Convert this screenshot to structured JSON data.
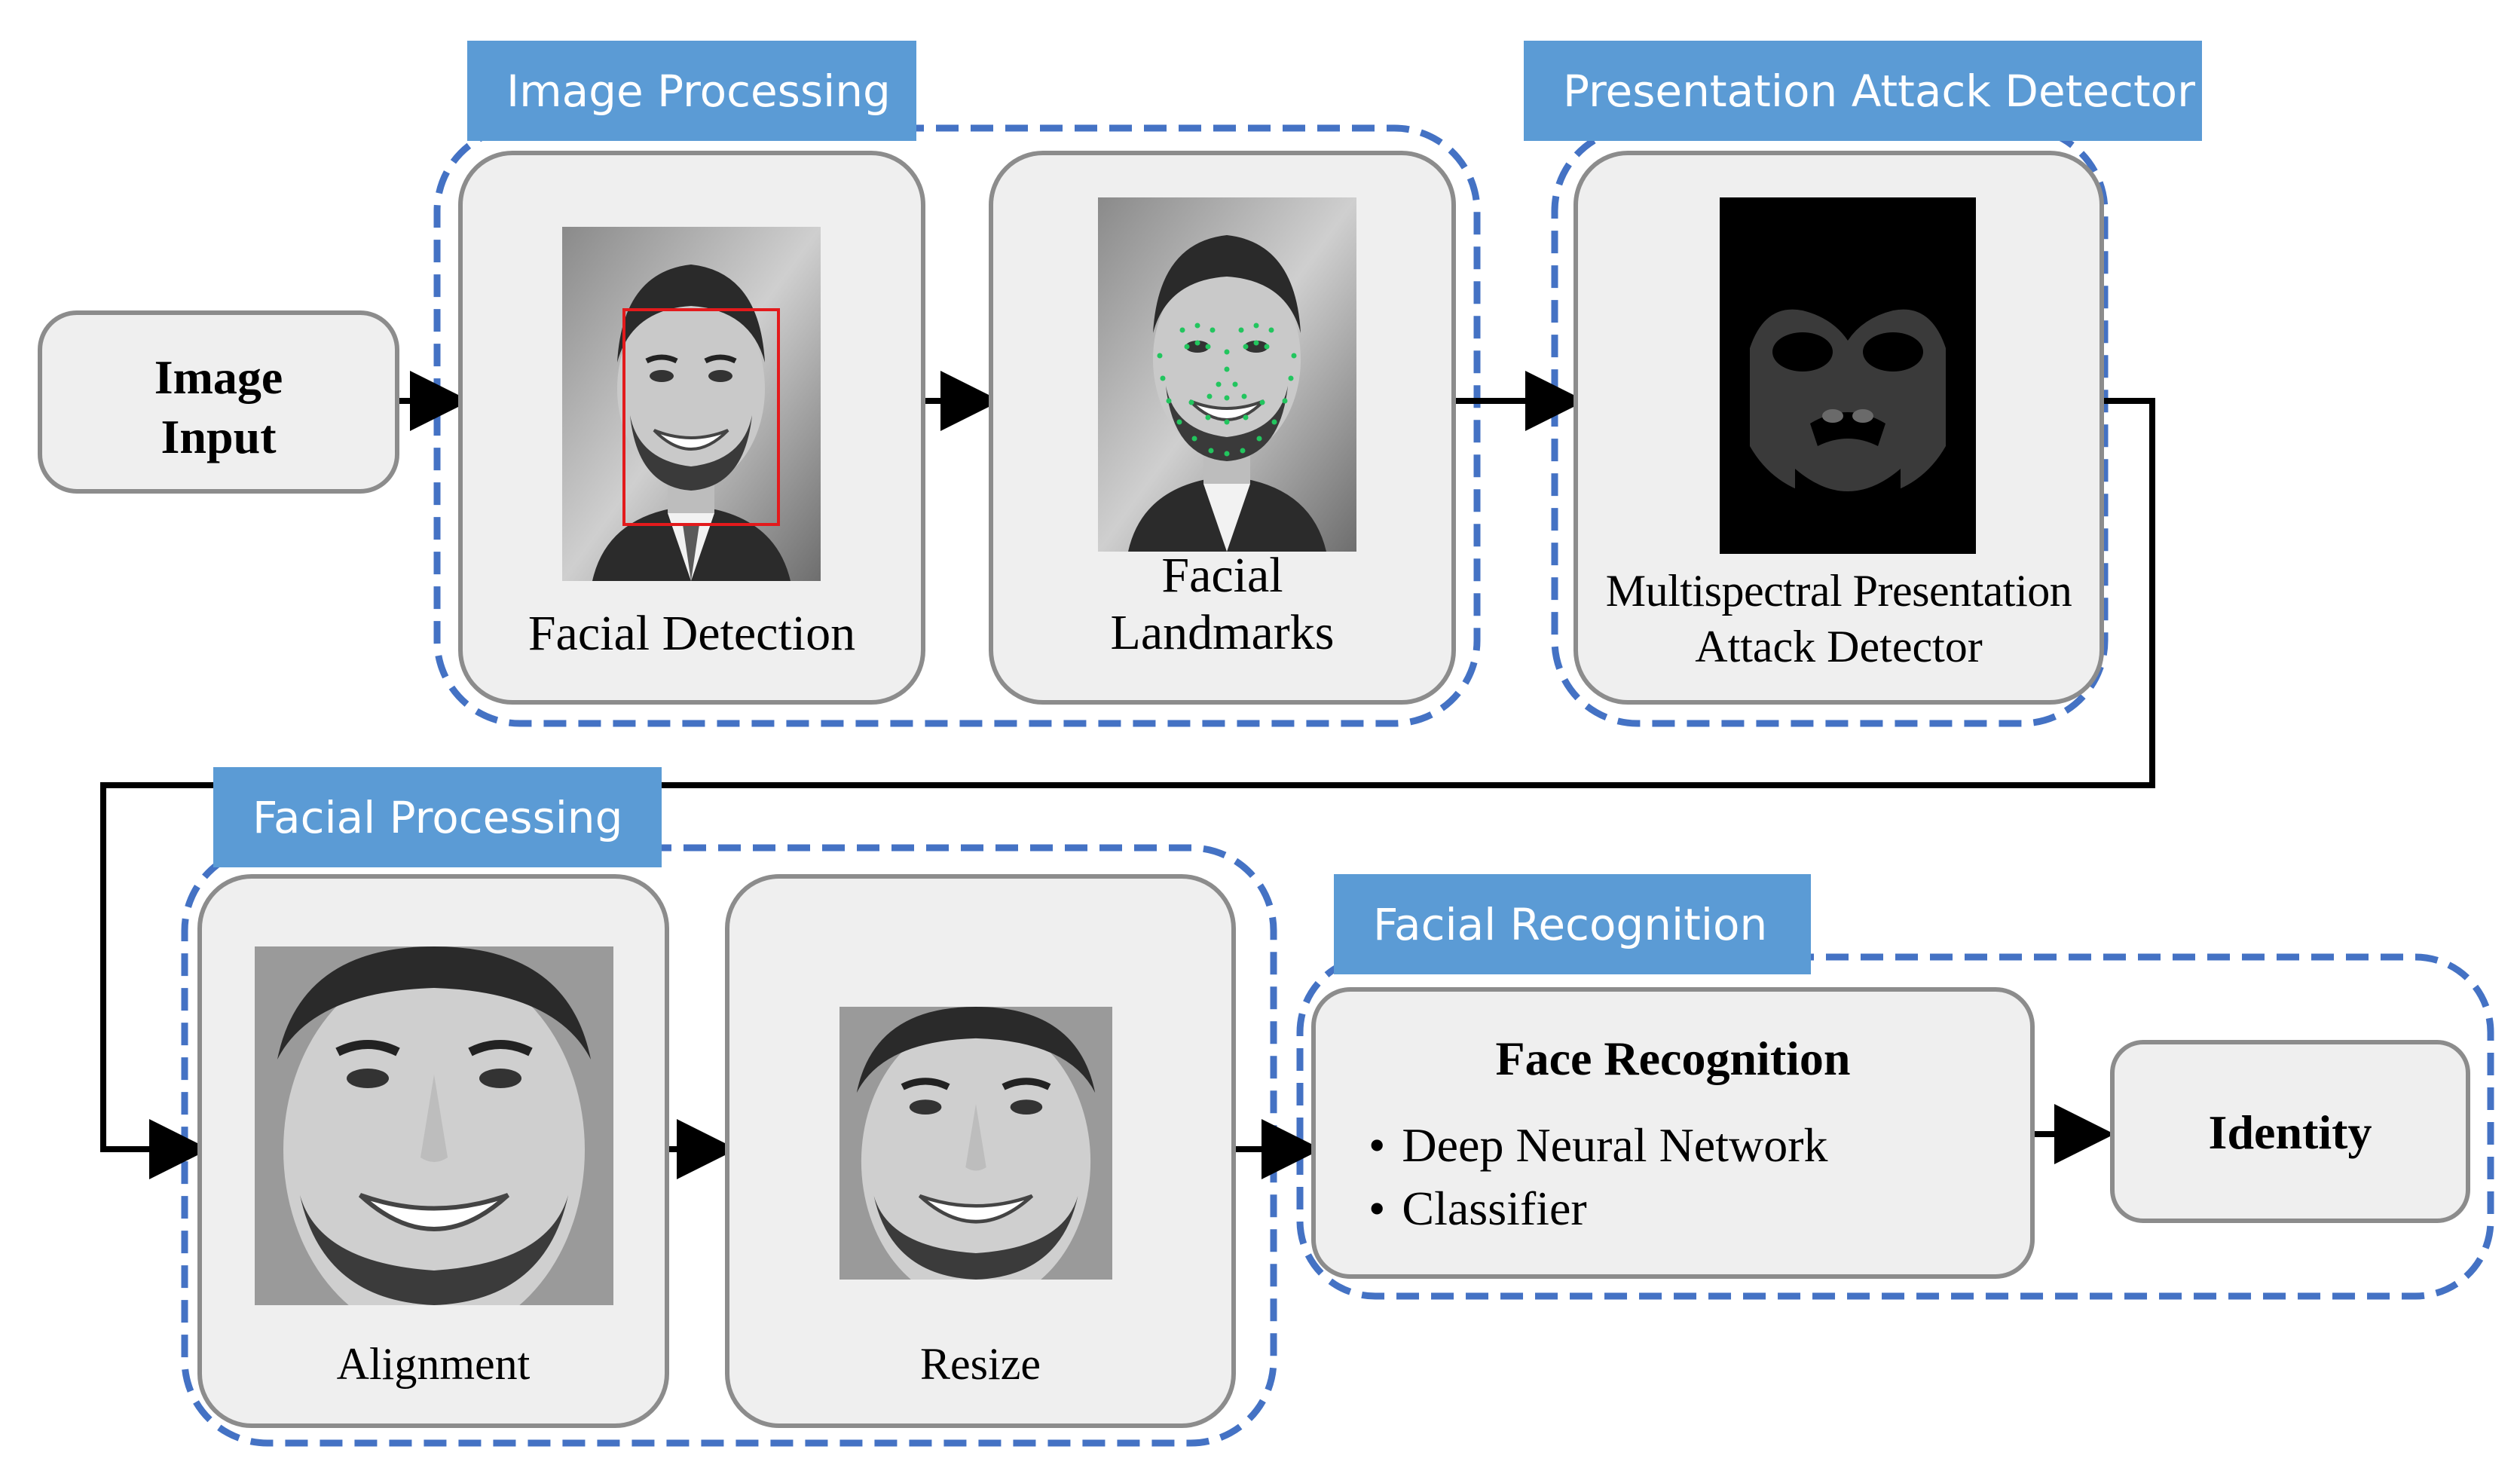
{
  "stages": {
    "image_input": "Image Input",
    "image_processing": "Image Processing",
    "presentation_attack_detector": "Presentation Attack Detector",
    "facial_processing": "Facial Processing",
    "facial_recognition": "Facial Recognition"
  },
  "nodes": {
    "image_input": {
      "line1": "Image",
      "line2": "Input"
    },
    "facial_detection": "Facial Detection",
    "facial_landmarks": {
      "line1": "Facial",
      "line2": "Landmarks"
    },
    "multispectral": {
      "line1": "Multispectral Presentation",
      "line2": "Attack Detector"
    },
    "alignment": "Alignment",
    "resize": "Resize",
    "face_recognition": {
      "title": "Face Recognition",
      "bullets": [
        "Deep Neural Network",
        "Classifier"
      ]
    },
    "identity": "Identity"
  },
  "colors": {
    "accent_blue": "#5b9bd5",
    "dashed_border": "#4472c4",
    "box_fill": "#efefef",
    "box_border": "#8c8c8c",
    "detection_box": "#e31a1c",
    "landmark_points": "#22c55e"
  }
}
